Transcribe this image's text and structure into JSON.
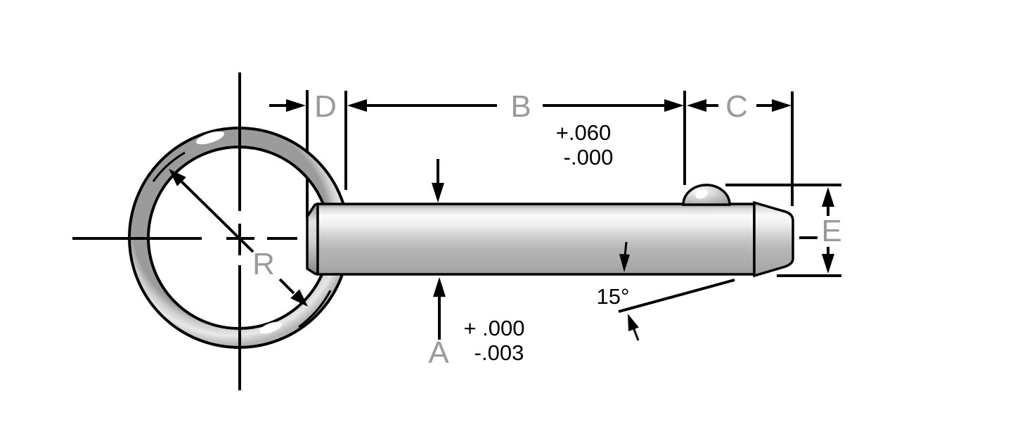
{
  "drawing": {
    "kind": "ball-lock-pin-dimension-drawing",
    "dim_labels": {
      "d": "D",
      "b": "B",
      "c": "C",
      "e": "E",
      "a": "A",
      "r": "R"
    },
    "tolerances": {
      "b_plus": "+.060",
      "b_minus": "-.000",
      "a_plus": "+ .000",
      "a_minus": "-.003"
    },
    "tip_angle": "15°"
  },
  "colors": {
    "background": "#ffffff",
    "line_black": "#000000",
    "label_gray": "#9a9a9a",
    "metal_highlight": "#fafafa",
    "metal_mid": "#b5b5b5",
    "metal_dark": "#8f8f8f"
  }
}
